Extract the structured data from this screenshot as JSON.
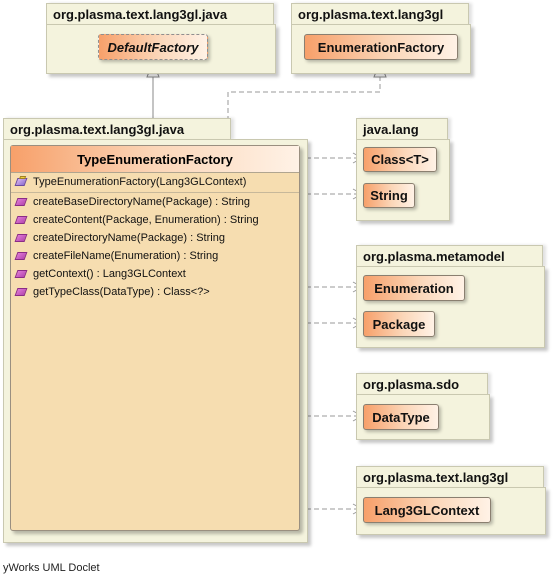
{
  "packages": {
    "java_pkg_top": "org.plasma.text.lang3gl.java",
    "lang3gl_pkg_top": "org.plasma.text.lang3gl",
    "java_pkg_main": "org.plasma.text.lang3gl.java",
    "java_lang": "java.lang",
    "metamodel": "org.plasma.metamodel",
    "sdo": "org.plasma.sdo",
    "lang3gl_pkg_bottom": "org.plasma.text.lang3gl"
  },
  "classes": {
    "default_factory": "DefaultFactory",
    "enumeration_factory": "EnumerationFactory",
    "class_t": "Class<T>",
    "string": "String",
    "enumeration": "Enumeration",
    "package": "Package",
    "data_type": "DataType",
    "lang3gl_context": "Lang3GLContext"
  },
  "main_class": {
    "name": "TypeEnumerationFactory",
    "constructor": "TypeEnumerationFactory(Lang3GLContext)",
    "methods": [
      "createBaseDirectoryName(Package) : String",
      "createContent(Package, Enumeration) : String",
      "createDirectoryName(Package) : String",
      "createFileName(Enumeration) : String",
      "getContext() : Lang3GLContext",
      "getTypeClass(DataType) : Class<?>"
    ]
  },
  "footer": "yWorks UML Doclet"
}
